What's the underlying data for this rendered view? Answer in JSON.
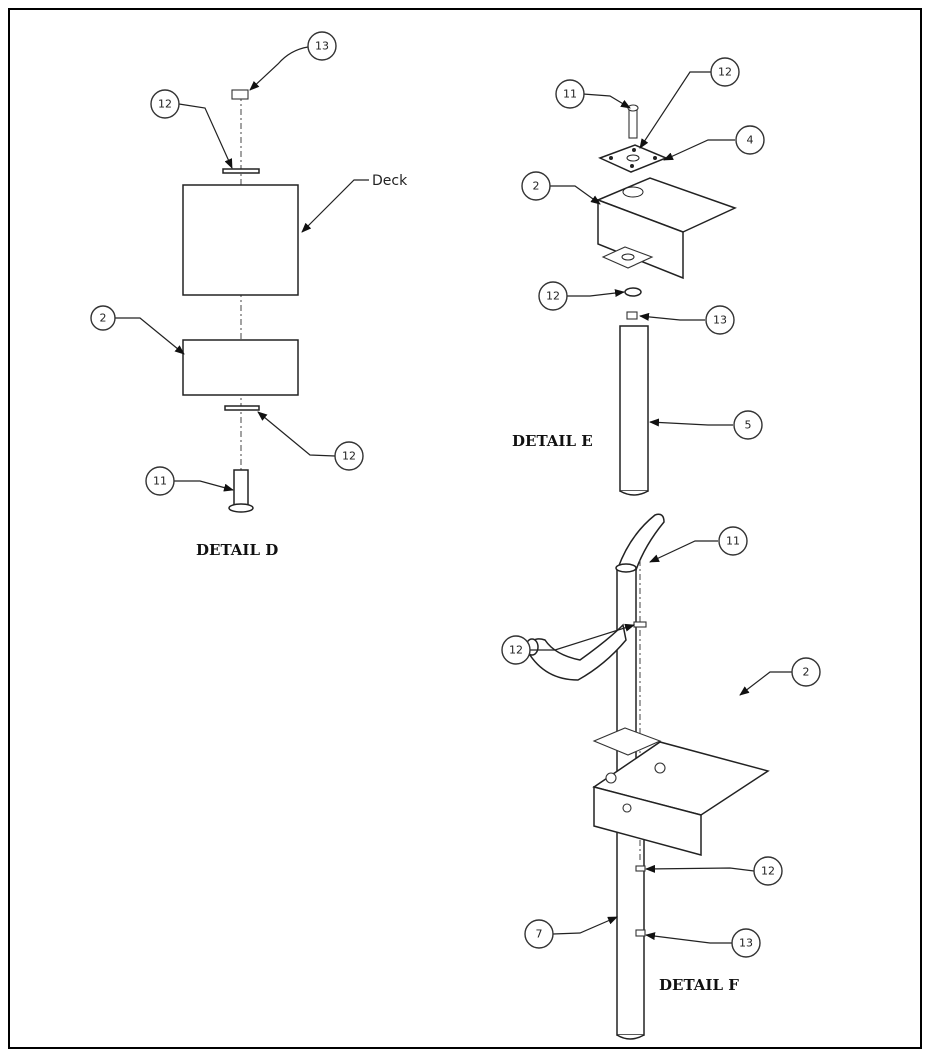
{
  "details": {
    "d": {
      "title": "DETAIL D",
      "deck_label": "Deck",
      "callouts": [
        "13",
        "12",
        "2",
        "12",
        "11"
      ]
    },
    "e": {
      "title": "DETAIL E",
      "callouts": [
        "11",
        "12",
        "4",
        "2",
        "12",
        "13",
        "5"
      ]
    },
    "f": {
      "title": "DETAIL F",
      "callouts": [
        "11",
        "12",
        "2",
        "12",
        "7",
        "13"
      ]
    }
  }
}
